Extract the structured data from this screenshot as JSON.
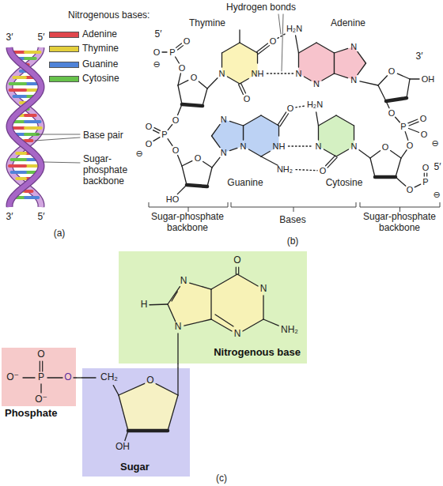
{
  "diagram": {
    "nodes": [
      {
        "text": [
          "Phosphate"
        ]
      },
      {
        "text": [
          "Sugar"
        ]
      },
      {
        "text": [
          "Nitrogenous base"
        ]
      }
    ],
    "edges": [
      {
        "from": 0,
        "to": 1,
        "arrow": "none"
      },
      {
        "from": 1,
        "to": 2,
        "arrow": "none"
      }
    ],
    "labels": [
      "Nitrogenous bases:",
      "3′",
      "5′",
      "Base pair",
      "Sugar-phosphate backbone",
      "3′",
      "5′",
      "(a)",
      "Hydrogen bonds",
      "Thymine",
      "Adenine",
      "5′",
      "3′",
      "OH",
      "Guanine",
      "Cytosine",
      "HO",
      "5′",
      "Sugar-phosphate backbone",
      "Bases",
      "Sugar-phosphate backbone",
      "(b)",
      "O",
      "NH",
      "N",
      "O",
      "H₂N",
      "N",
      "N",
      "N",
      "N",
      "O",
      "NH",
      "NH₂",
      "N",
      "N",
      "N",
      "H₂N",
      "N",
      "O",
      "N",
      "O",
      "O",
      "O",
      "O",
      "O",
      "P",
      "O",
      "⊖",
      "O",
      "O",
      "P",
      "O",
      "O",
      "⊖",
      "O",
      "O",
      "P",
      "O",
      "O",
      "⊖",
      "O",
      "O",
      "P",
      "O",
      "⊖",
      "O",
      "O⁻",
      "P",
      "O",
      "O⁻",
      "CH₂",
      "O",
      "OH",
      "H",
      "N",
      "N",
      "N",
      "N",
      "NH₂",
      "O",
      "(c)"
    ],
    "legend": [
      {
        "text": "Adenine",
        "color": "#e0474c"
      },
      {
        "text": "Thymine",
        "color": "#e3cf3c"
      },
      {
        "text": "Guanine",
        "color": "#4f83d8"
      },
      {
        "text": "Cytosine",
        "color": "#67c24b"
      }
    ]
  }
}
